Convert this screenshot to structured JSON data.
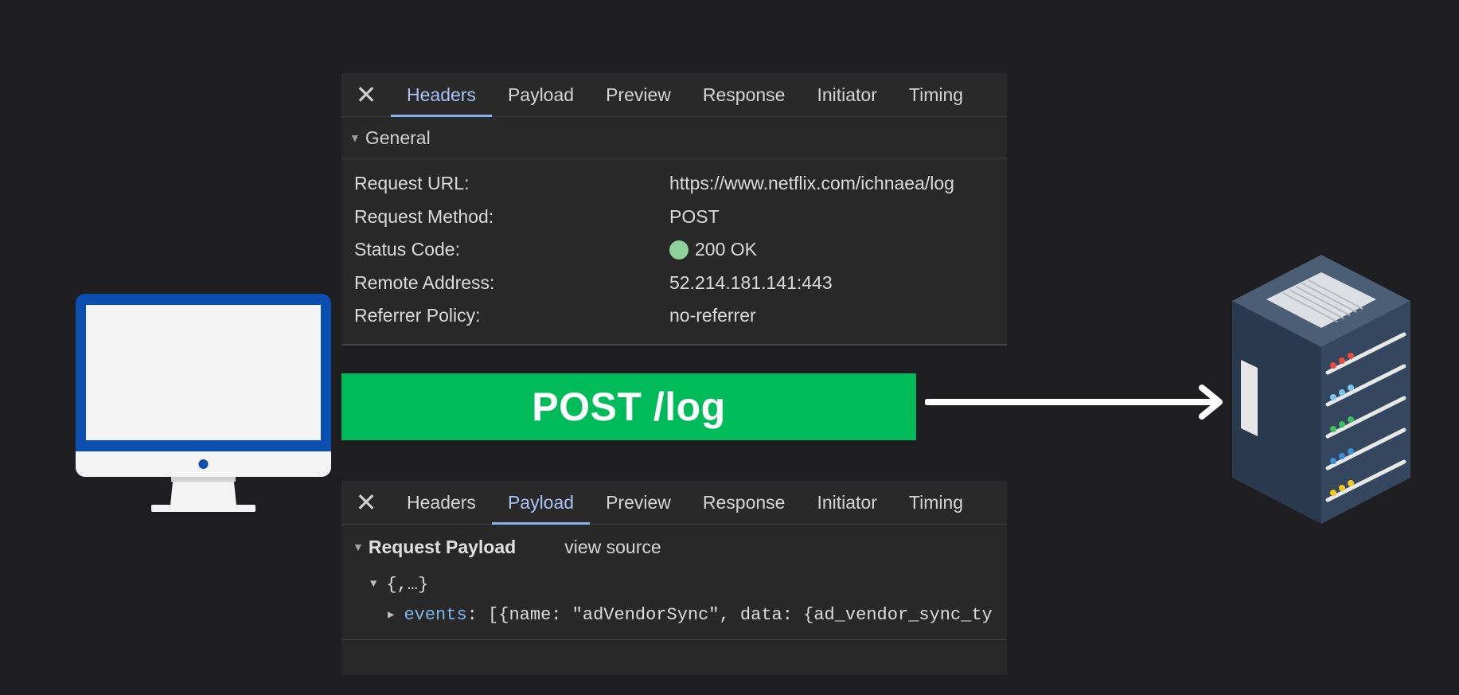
{
  "top_panel": {
    "close": "✕",
    "tabs": [
      "Headers",
      "Payload",
      "Preview",
      "Response",
      "Initiator",
      "Timing"
    ],
    "active_tab": "Headers",
    "section": "General",
    "rows": [
      {
        "label": "Request URL:",
        "value": "https://www.netflix.com/ichnaea/log"
      },
      {
        "label": "Request Method:",
        "value": "POST"
      },
      {
        "label": "Status Code:",
        "value": "200 OK"
      },
      {
        "label": "Remote Address:",
        "value": "52.214.181.141:443"
      },
      {
        "label": "Referrer Policy:",
        "value": "no-referrer"
      }
    ]
  },
  "request_banner": "POST /log",
  "bottom_panel": {
    "close": "✕",
    "tabs": [
      "Headers",
      "Payload",
      "Preview",
      "Response",
      "Initiator",
      "Timing"
    ],
    "active_tab": "Payload",
    "section": "Request Payload",
    "view_source": "view source",
    "root": "{,…}",
    "events_key": "events",
    "events_value": ": [{name: \"adVendorSync\", data: {ad_vendor_sync_ty"
  },
  "colors": {
    "background": "#1e1e21",
    "panel": "#282828",
    "active_tab": "#a8c2f5",
    "banner": "#00bb5a",
    "status_dot": "#8fd19b",
    "monitor_frame": "#0a4fb0",
    "server_body": "#34475e"
  },
  "icons": {
    "client": "desktop-monitor-icon",
    "server": "server-rack-icon",
    "arrow": "right-arrow-icon"
  }
}
